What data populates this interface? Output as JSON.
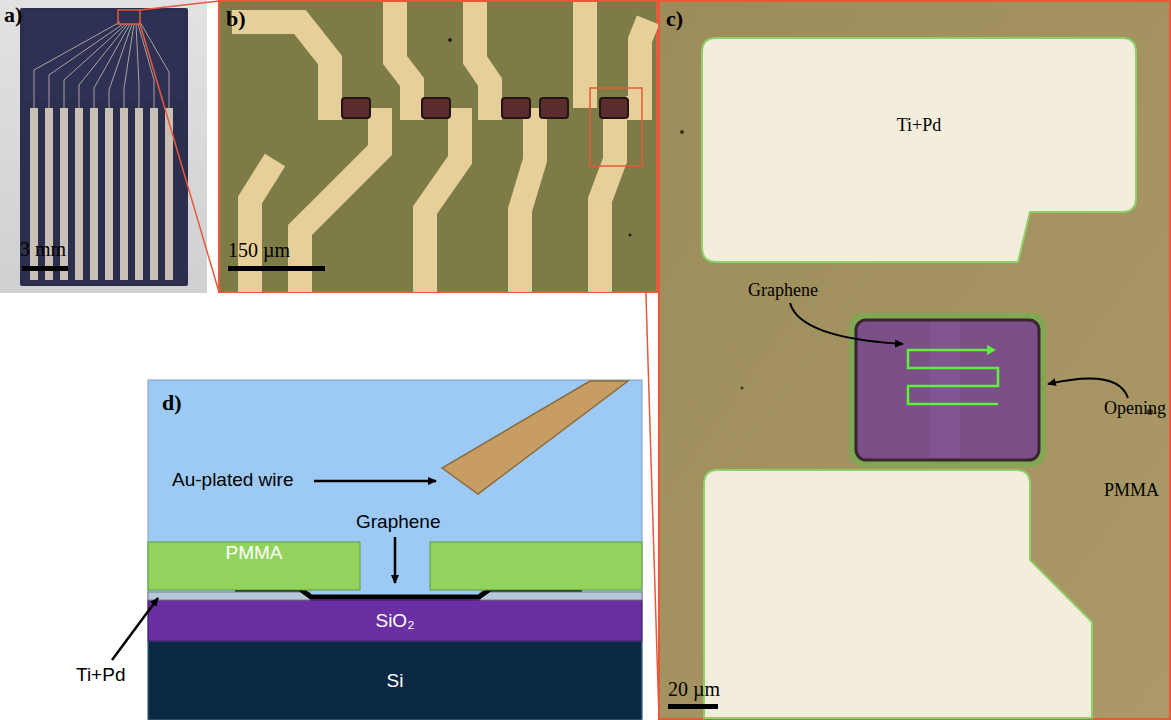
{
  "diagram": {
    "nodes": [
      {
        "text": [
          "d)"
        ]
      },
      {
        "text": [
          "PMMA"
        ],
        "in": 0
      },
      {
        "text": [
          "SiO₂"
        ],
        "in": 0
      },
      {
        "text": [
          "Si"
        ],
        "in": 0
      },
      {
        "text": [
          "Ti+Pd"
        ]
      }
    ],
    "labels": [
      "a)",
      "3 mm",
      "b)",
      "150 µm",
      "c)",
      "Graphene",
      "Opening",
      "PMMA",
      "20 µm",
      "Au-plated wire",
      "Graphene",
      "Ti+Pd"
    ]
  }
}
